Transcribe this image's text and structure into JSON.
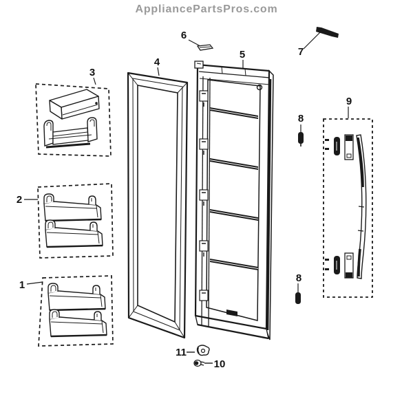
{
  "header": {
    "title": "AppliancePartsPros.com"
  },
  "colors": {
    "background": "#ffffff",
    "line_art": "#1a1a1a",
    "watermark_text": "#9a9a9a"
  },
  "callouts": {
    "c1": "1",
    "c2": "2",
    "c3": "3",
    "c4": "4",
    "c5": "5",
    "c6": "6",
    "c7": "7",
    "c8": "8",
    "c9": "9",
    "c10": "10",
    "c11": "11"
  }
}
